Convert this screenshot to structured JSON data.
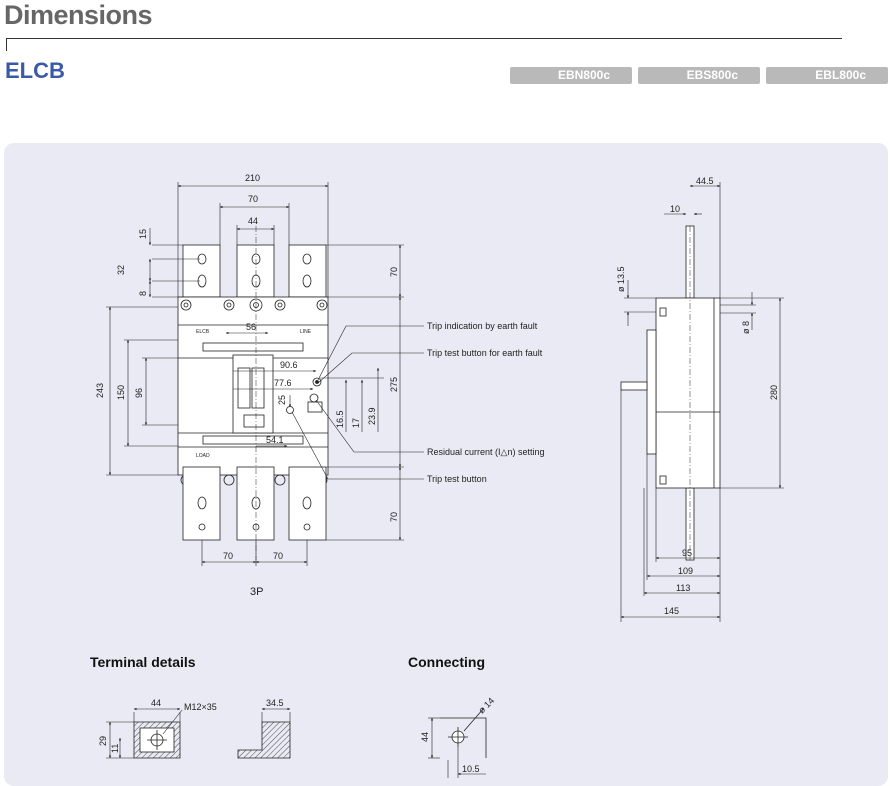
{
  "header": {
    "title": "Dimensions",
    "subtitle": "ELCB",
    "models": [
      "EBN800c",
      "EBS800c",
      "EBL800c"
    ]
  },
  "front_view": {
    "caption": "3P",
    "dims": {
      "w210": "210",
      "w70top": "70",
      "w44": "44",
      "h15": "15",
      "h32": "32",
      "h8": "8",
      "h70top": "70",
      "h243": "243",
      "h150": "150",
      "h96": "96",
      "w56": "56",
      "d90_6": "90.6",
      "d77_6": "77.6",
      "d25": "25",
      "d54_1": "54.1",
      "h275": "275",
      "h16_5": "16.5",
      "h17": "17",
      "h23_9": "23.9",
      "h70bot": "70",
      "w70a": "70",
      "w70b": "70"
    },
    "device_labels": {
      "elcb": "ELCB",
      "line": "LINE",
      "load": "LOAD"
    },
    "annotations": [
      "Trip indication by earth fault",
      "Trip test button for earth fault",
      "Residual current (I△n) setting",
      "Trip test button"
    ]
  },
  "side_view": {
    "dims": {
      "d44_5": "44.5",
      "d10": "10",
      "d13_5": "ø 13.5",
      "d8": "ø 8",
      "h280": "280",
      "d95": "95",
      "d109": "109",
      "d113": "113",
      "d145": "145"
    }
  },
  "terminal_details": {
    "title": "Terminal details",
    "dims": {
      "w44": "44",
      "bolt": "M12×35",
      "h29": "29",
      "h11": "11",
      "w34_5": "34.5"
    }
  },
  "connecting": {
    "title": "Connecting",
    "dims": {
      "hole": "ø 14",
      "h44": "44",
      "w10_5": "10.5"
    }
  },
  "colors": {
    "accent": "#3a5aa8",
    "panel": "#e9eaf3",
    "tab": "#b9b9b9",
    "title": "#666666"
  }
}
